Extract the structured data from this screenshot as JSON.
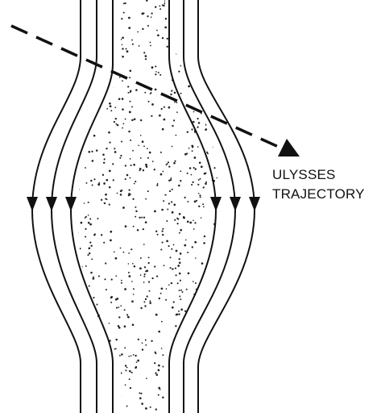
{
  "diagram": {
    "label_line1": "ULYSSES",
    "label_line2": "TRAJECTORY",
    "colors": {
      "ink": "#111111",
      "background": "#ffffff",
      "stipple": "#222222"
    },
    "elements": {
      "field_lines": "magnetic field lines bulging around a stippled plasma region, with downward direction arrows",
      "trajectory": "dashed line with arrowhead"
    }
  }
}
